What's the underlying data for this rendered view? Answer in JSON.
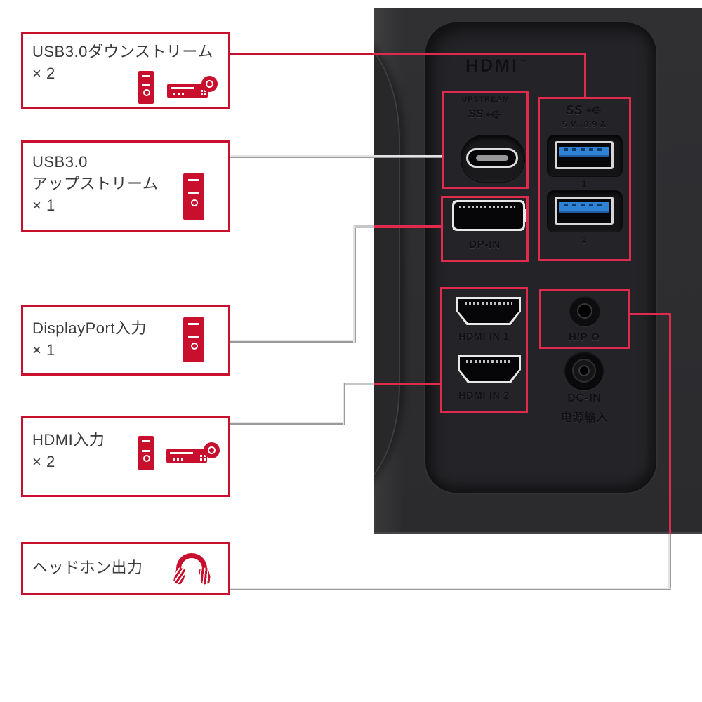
{
  "colors": {
    "accent": "#c8102e",
    "panel_highlight": "#e02a4e",
    "usb_blue": "#2f82d4",
    "panel_bg": "#2d2d30"
  },
  "callouts": [
    {
      "lines": [
        "USB3.0ダウンストリーム",
        "× 2"
      ],
      "icons": [
        "pc-tower-icon",
        "media-player-icon"
      ]
    },
    {
      "lines": [
        "USB3.0",
        "アップストリーム",
        "× 1"
      ],
      "icons": [
        "pc-tower-icon"
      ]
    },
    {
      "lines": [
        "DisplayPort入力",
        "× 1"
      ],
      "icons": [
        "pc-tower-icon"
      ]
    },
    {
      "lines": [
        "HDMI入力",
        "× 2"
      ],
      "icons": [
        "pc-tower-icon",
        "media-player-icon"
      ]
    },
    {
      "lines": [
        "ヘッドホン出力"
      ],
      "icons": [
        "headphones-icon"
      ]
    }
  ],
  "panel": {
    "hdmi_logo": "HDMI",
    "hdmi_tm": "™",
    "upstream_label": "UPSTREAM",
    "ss_label": "SS",
    "usb_power_label": "5 V⎓0.9 A",
    "usb_port1_label": "1",
    "usb_port2_label": "2",
    "dp_label": "DP-IN",
    "hdmi_in1_label": "HDMI IN 1",
    "hdmi_in2_label": "HDMI IN 2",
    "hp_label": "H/P Ω",
    "dc_label": "DC-IN",
    "dc_label_cn": "电源输入"
  }
}
